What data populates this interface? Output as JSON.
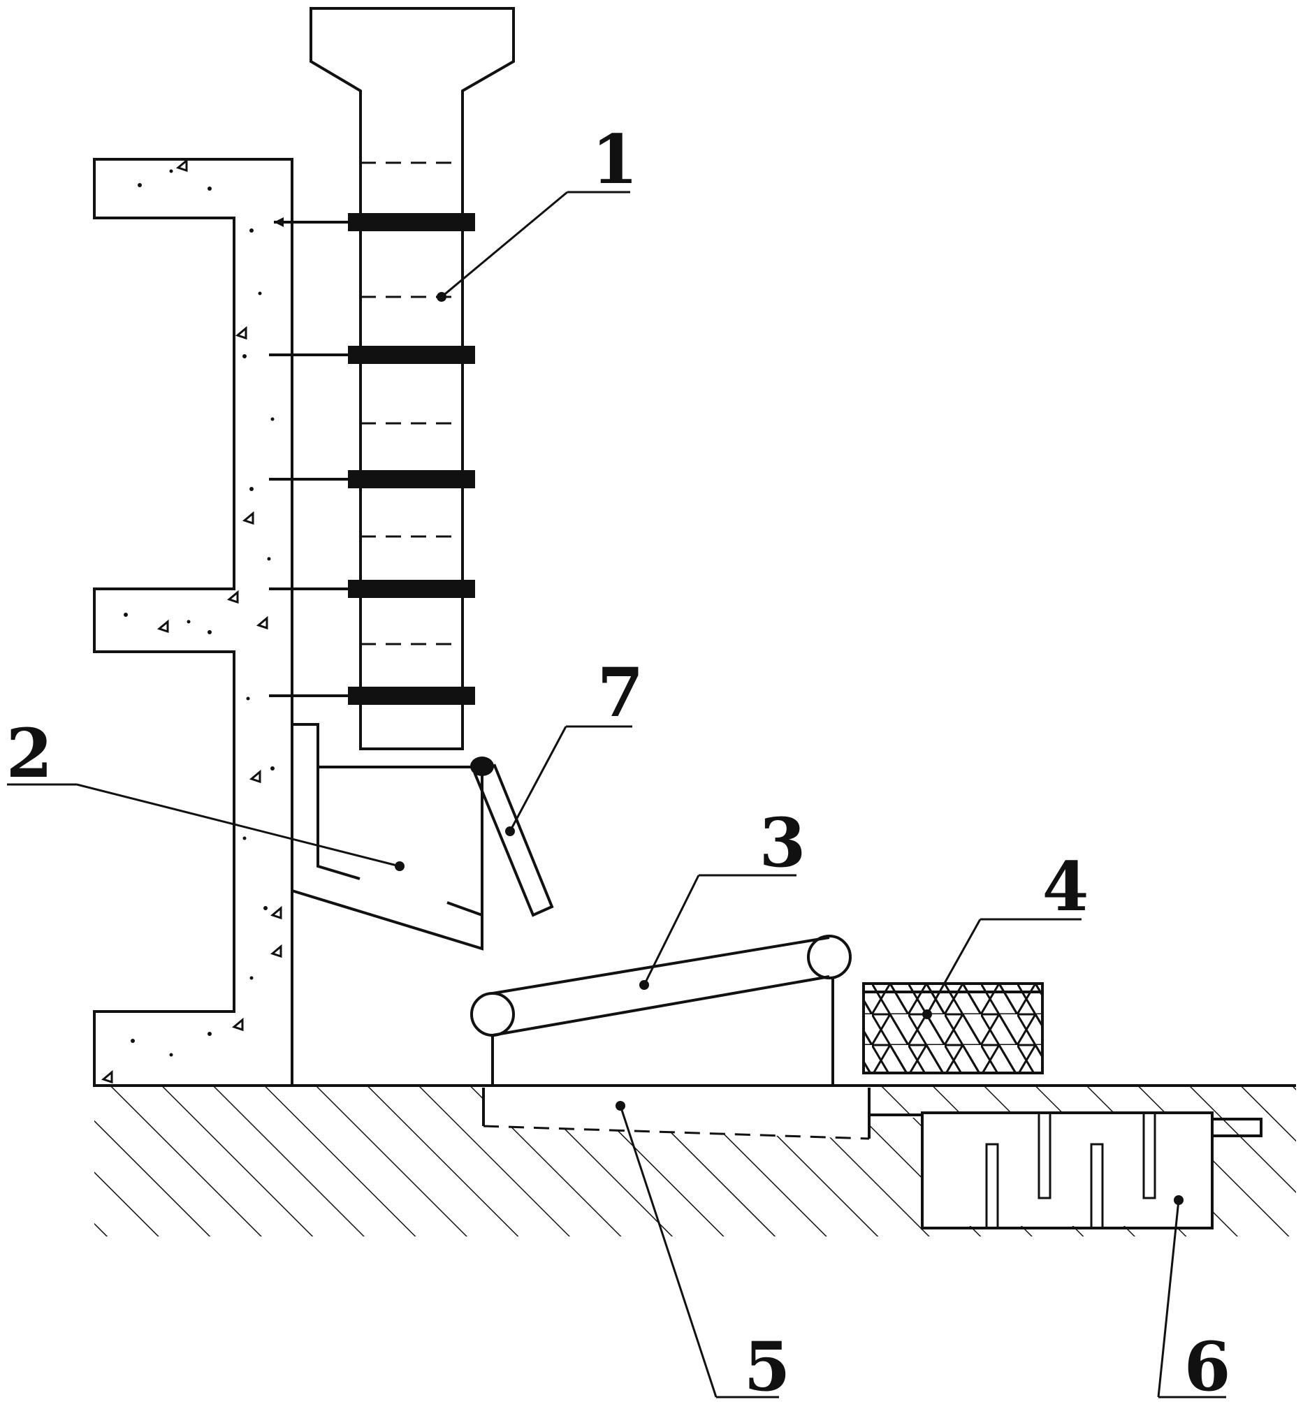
{
  "callouts": [
    {
      "id": "1",
      "label": "1"
    },
    {
      "id": "2",
      "label": "2"
    },
    {
      "id": "3",
      "label": "3"
    },
    {
      "id": "4",
      "label": "4"
    },
    {
      "id": "5",
      "label": "5"
    },
    {
      "id": "6",
      "label": "6"
    },
    {
      "id": "7",
      "label": "7"
    }
  ],
  "colors": {
    "stroke": "#111111",
    "background": "#ffffff"
  }
}
